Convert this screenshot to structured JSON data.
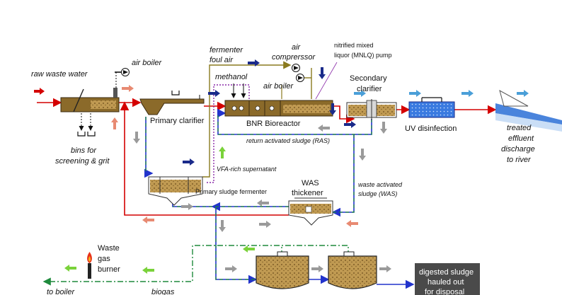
{
  "labels": {
    "raw_waste_water": "raw waste water",
    "air_boiler_1": "air boiler",
    "bins_line1": "bins for",
    "bins_line2": "screening & grit",
    "primary_clarifier": "Primary clarifier",
    "fermenter_line1": "fermenter",
    "fermenter_line2": "foul air",
    "methanol": "methanol",
    "air_compressor_line1": "air",
    "air_compressor_line2": "comprerssor",
    "air_boiler_2": "air boiler",
    "mnlq_line1": "nitrified mixed",
    "mnlq_line2": "liquor (MNLQ) pump",
    "secondary_line1": "Secondary",
    "secondary_line2": "clarifier",
    "bnr_bioreactor": "BNR Bioreactor",
    "uv_disinfection": "UV disinfection",
    "treated_line1": "treated",
    "treated_line2": "effluent",
    "treated_line3": "discharge",
    "treated_line4": "to river",
    "ras": "return activated sludge (RAS)",
    "vfa": "VFA-rich supernatant",
    "primary_sludge_fermenter": "Primary sludge fermenter",
    "was_line1": "WAS",
    "was_line2": "thickener",
    "was_flow_line1": "waste activated",
    "was_flow_line2": "sludge (WAS)",
    "waste_gas_line1": "Waste",
    "waste_gas_line2": "gas",
    "waste_gas_line3": "burner",
    "digested_line1": "digested sludge",
    "digested_line2": "hauled out",
    "digested_line3": "for disposal",
    "to_boiler": "to boiler",
    "biogas": "biogas"
  },
  "colors": {
    "raw_water": "#d40000",
    "sludge_blue": "#2233cc",
    "dash_green": "#1e8a3c",
    "air_olive": "#8a7a1e",
    "methanol_purple": "#8a2aa8",
    "tank_brown": "#8b6a2a",
    "gray_arrow": "#9a9a9a",
    "salmon_arrow": "#e88a72",
    "cyan_arrow": "#4a9fd8",
    "navy_arrow": "#1a2a8a",
    "lime_arrow": "#7ad23a",
    "water_blue": "#2a6fd6"
  }
}
